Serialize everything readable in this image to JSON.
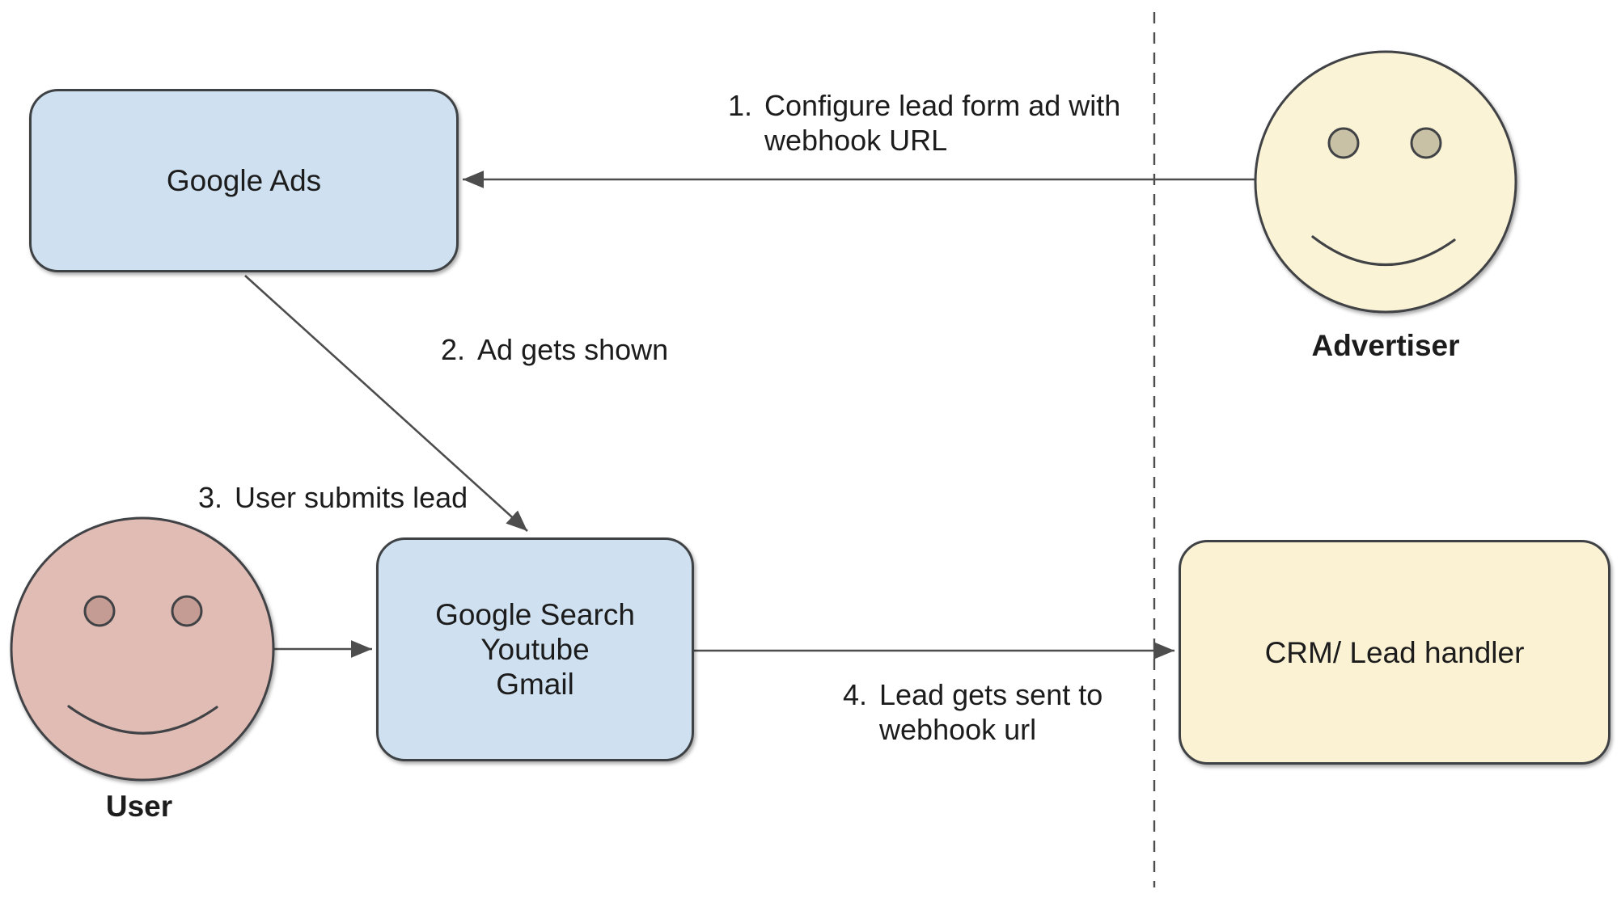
{
  "nodes": {
    "google_ads": {
      "label": "Google Ads"
    },
    "google_surfaces": {
      "line1": "Google Search",
      "line2": "Youtube",
      "line3": "Gmail"
    },
    "crm": {
      "label": "CRM/ Lead handler"
    }
  },
  "actors": {
    "advertiser": {
      "label": "Advertiser"
    },
    "user": {
      "label": "User"
    }
  },
  "steps": {
    "step1": {
      "number": "1.",
      "line1": "Configure lead form ad with",
      "line2": "webhook URL"
    },
    "step2": {
      "number": "2.",
      "text": "Ad gets shown"
    },
    "step3": {
      "number": "3.",
      "text": "User submits lead"
    },
    "step4": {
      "number": "4.",
      "line1": "Lead gets sent to",
      "line2": "webhook url"
    }
  },
  "colors": {
    "node_blue": "#cfe1f1",
    "node_yellow": "#faf2d3",
    "actor_pink": "#e0bcb4",
    "actor_pink_eye": "#c59c93",
    "actor_yellow": "#fbf3d6",
    "actor_yellow_eye": "#c8c1a5",
    "stroke_dark": "#3f4245",
    "line_gray": "#4d4d4d",
    "text": "#1c1c1c"
  }
}
